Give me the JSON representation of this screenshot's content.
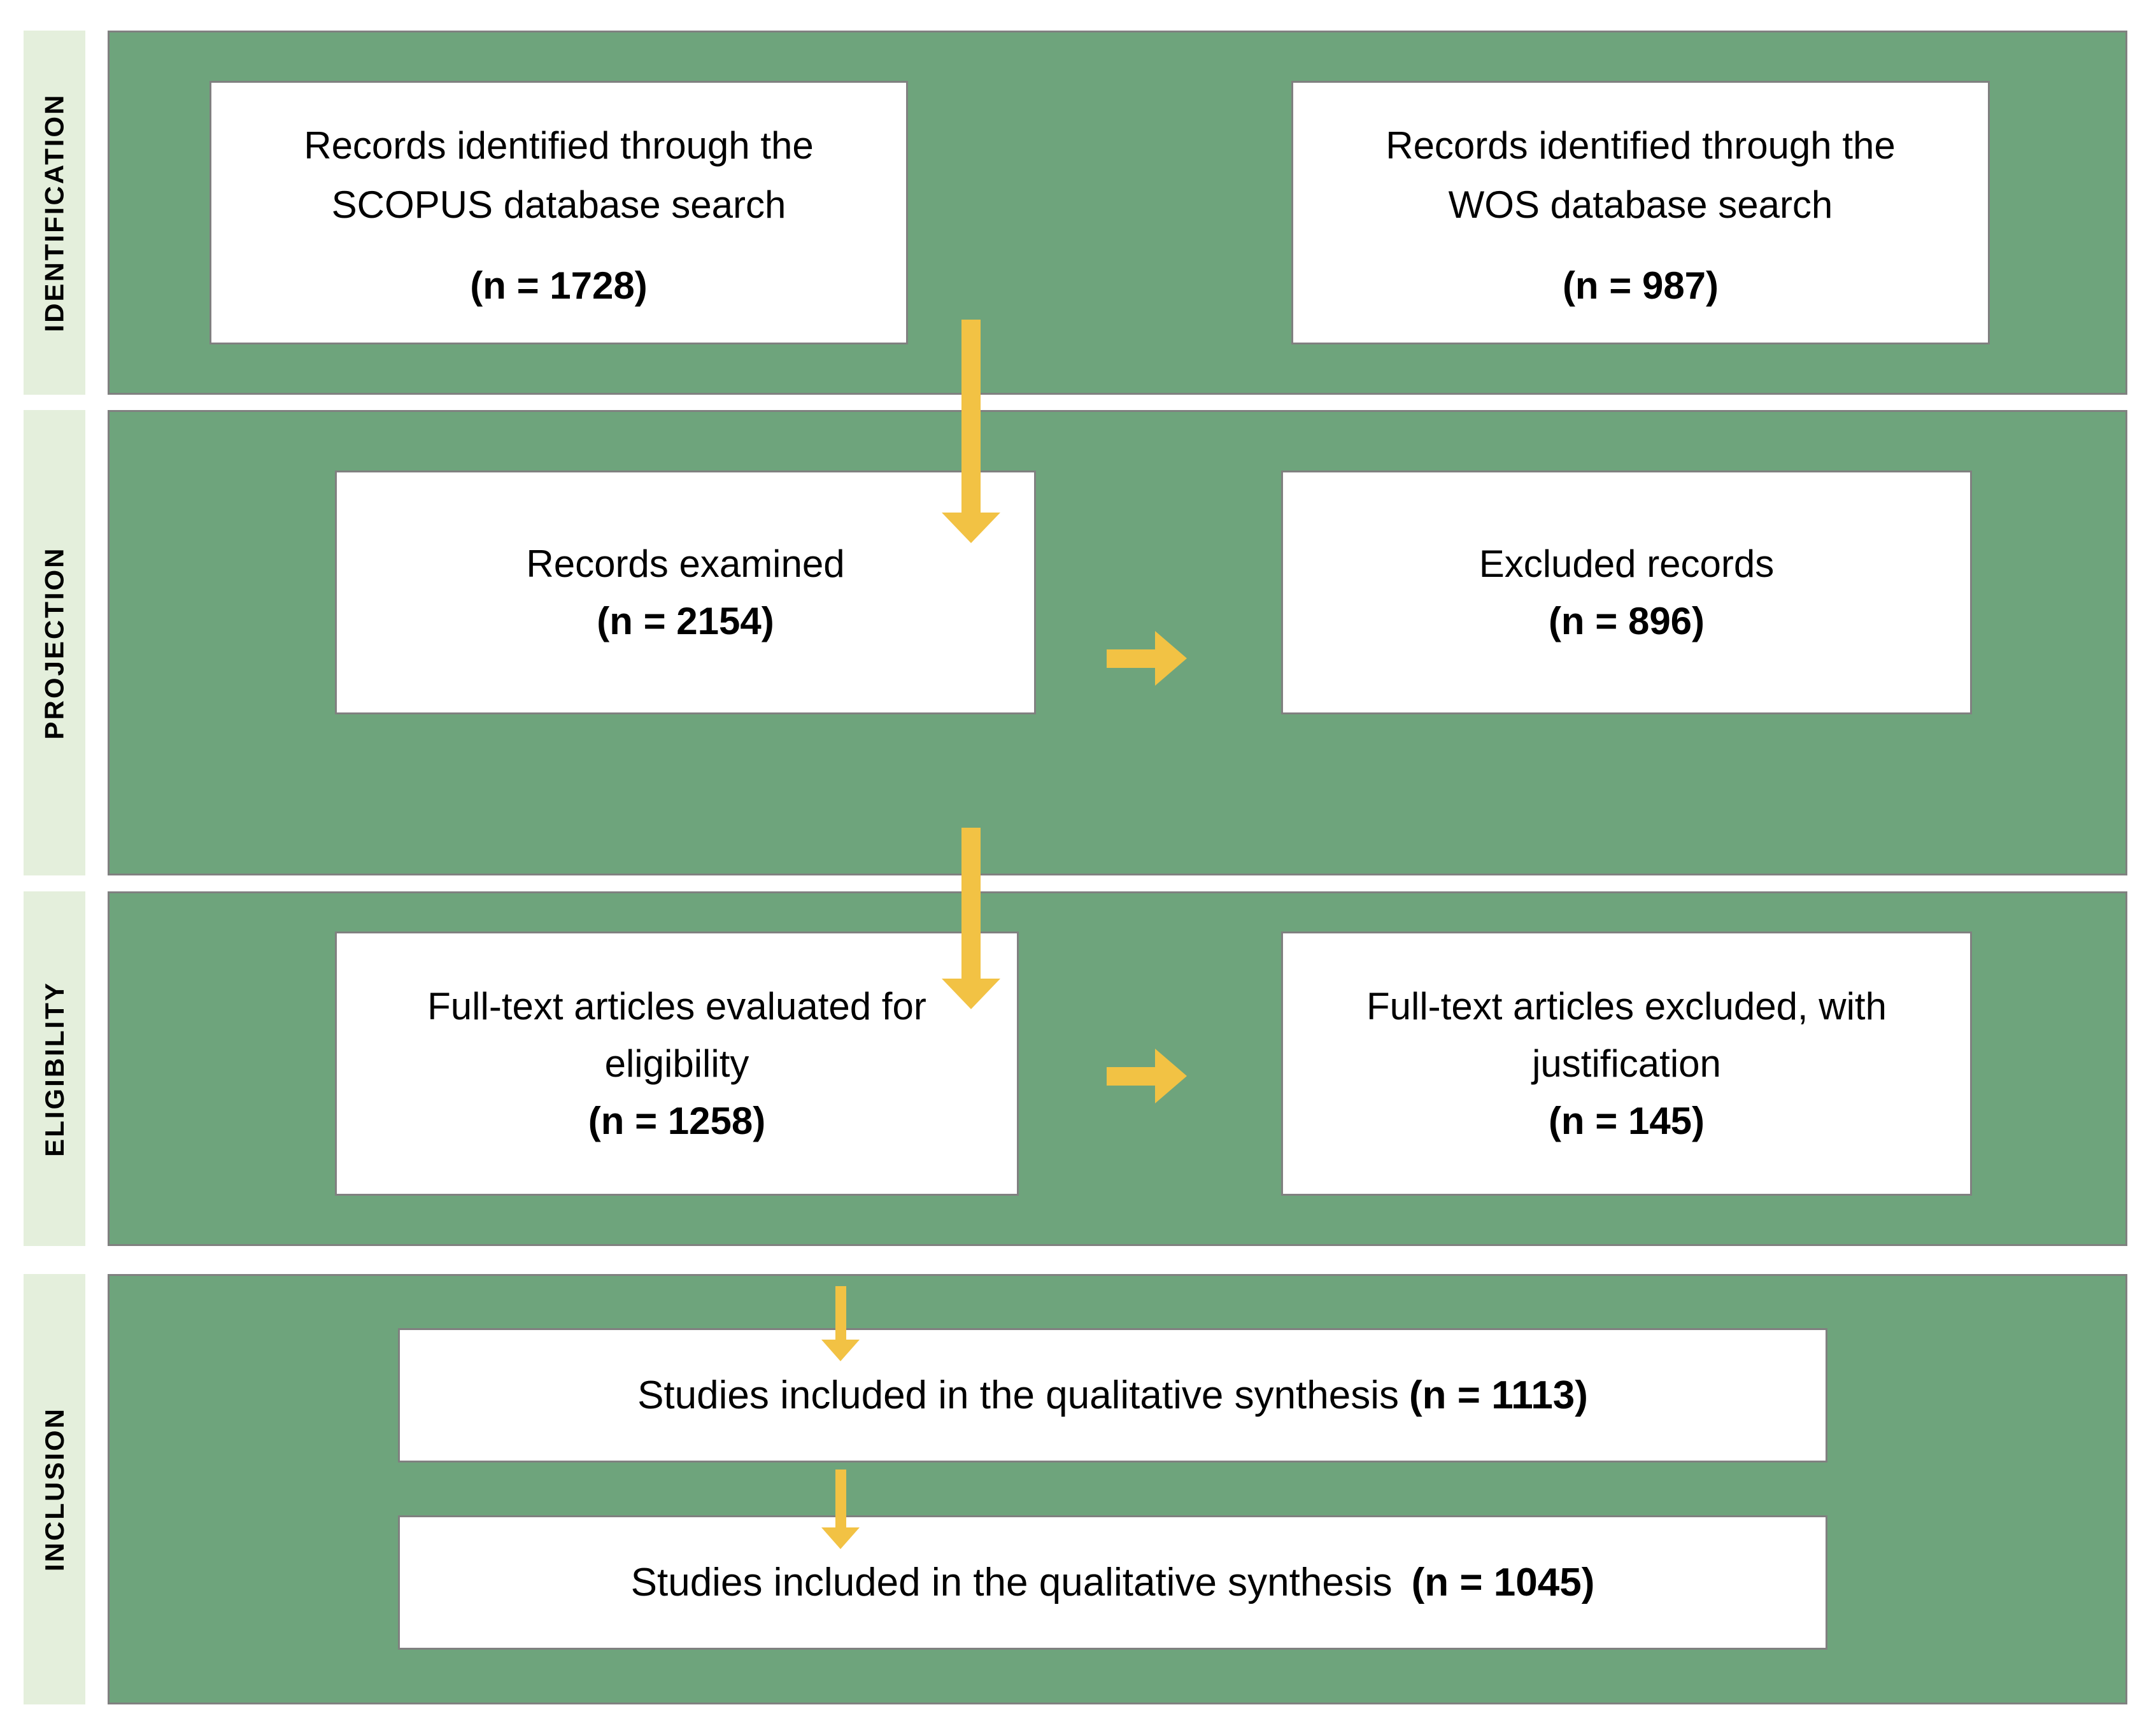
{
  "diagram": {
    "rows": [
      {
        "label": "IDENTIFICATION",
        "left_box": {
          "title": "Records identified through the\nSCOPUS database search",
          "count": "(n = 1728)"
        },
        "right_box": {
          "title": "Records identified through the\nWOS database search",
          "count": "(n = 987)"
        }
      },
      {
        "label": "PROJECTION",
        "left_box": {
          "title": "Records examined",
          "count": "(n = 2154)"
        },
        "right_box": {
          "title": "Excluded records",
          "count": "(n = 896)"
        }
      },
      {
        "label": "ELIGIBILITY",
        "left_box": {
          "title": "Full-text articles evaluated for\neligibility",
          "count": "(n = 1258)"
        },
        "right_box": {
          "title": "Full-text articles excluded, with\njustification",
          "count": "(n = 145)"
        }
      },
      {
        "label": "INCLUSION",
        "top_box": {
          "title": "Studies included in the qualitative synthesis",
          "count": "(n = 1113)"
        },
        "bottom_box": {
          "title": "Studies included in the qualitative synthesis",
          "count": "(n = 1045)"
        }
      }
    ],
    "colors": {
      "band_green": "#6EA47C",
      "label_background": "#E4EFDC",
      "arrow_gold": "#F2C244",
      "border_gray": "#808080",
      "box_background": "#FFFFFF",
      "text": "#000000"
    }
  }
}
